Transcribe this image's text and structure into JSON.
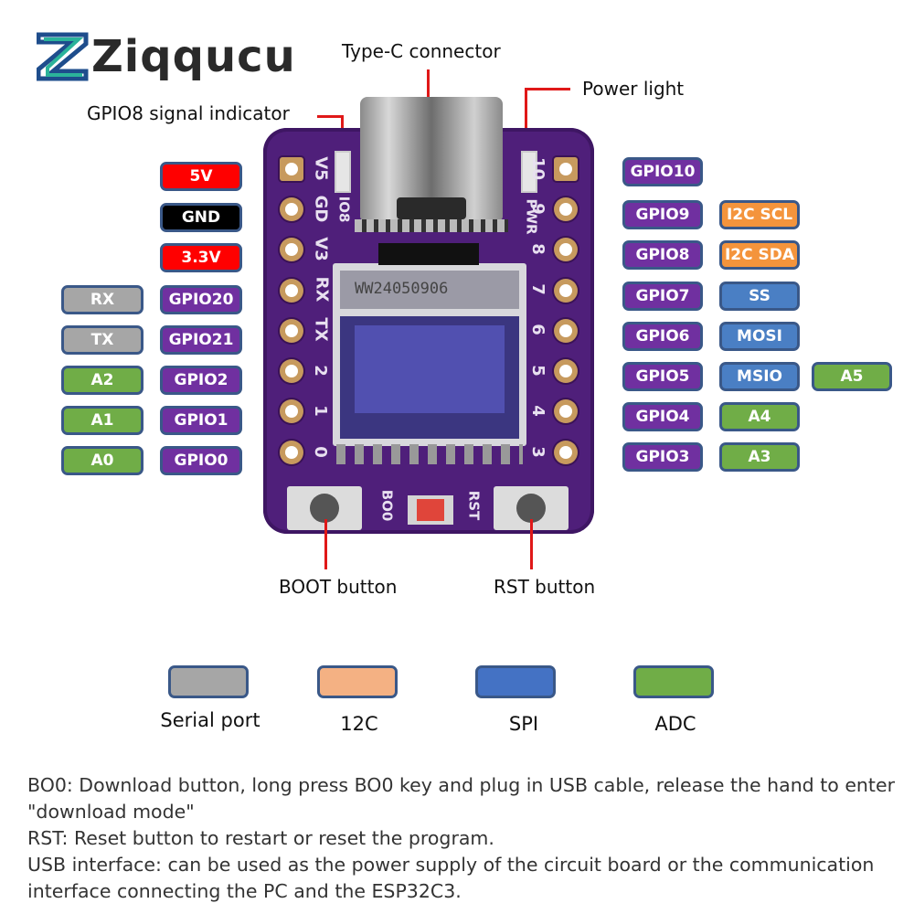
{
  "brand": {
    "name": "Ziqqucu",
    "logo_icon": "z-logo-icon",
    "colors": {
      "teal": "#2bb39a",
      "navy": "#1e4d8c",
      "text": "#2a2a2a"
    }
  },
  "callouts": {
    "type_c": "Type-C connector",
    "gpio8_indicator": "GPIO8 signal indicator",
    "power_light": "Power light",
    "boot_button": "BOOT button",
    "rst_button": "RST button"
  },
  "board": {
    "silkscreen_left": [
      "V5",
      "GD",
      "V3",
      "RX",
      "TX",
      "2",
      "1",
      "0"
    ],
    "silkscreen_right": [
      "10",
      "9",
      "8",
      "7",
      "6",
      "5",
      "4",
      "3"
    ],
    "led_labels": {
      "left": "IO8",
      "right": "PWR"
    },
    "button_labels": {
      "boot": "BO0",
      "rst": "RST"
    },
    "display_marking": "WW24050906",
    "colors": {
      "pcb": "#4f1f7a",
      "display": "#4b45a0",
      "pad": "#c79a5e"
    }
  },
  "pins_left": [
    {
      "gpio": "5V",
      "gpio_color": "#ff0000",
      "func": null
    },
    {
      "gpio": "GND",
      "gpio_color": "#000000",
      "func": null
    },
    {
      "gpio": "3.3V",
      "gpio_color": "#ff0000",
      "func": null
    },
    {
      "gpio": "GPIO20",
      "gpio_color": "#7030a0",
      "func": "RX",
      "func_color": "#a6a6a6"
    },
    {
      "gpio": "GPIO21",
      "gpio_color": "#7030a0",
      "func": "TX",
      "func_color": "#a6a6a6"
    },
    {
      "gpio": "GPIO2",
      "gpio_color": "#7030a0",
      "func": "A2",
      "func_color": "#70ad47"
    },
    {
      "gpio": "GPIO1",
      "gpio_color": "#7030a0",
      "func": "A1",
      "func_color": "#70ad47"
    },
    {
      "gpio": "GPIO0",
      "gpio_color": "#7030a0",
      "func": "A0",
      "func_color": "#70ad47"
    }
  ],
  "pins_right": [
    {
      "gpio": "GPIO10",
      "gpio_color": "#7030a0",
      "funcs": []
    },
    {
      "gpio": "GPIO9",
      "gpio_color": "#7030a0",
      "funcs": [
        {
          "label": "I2C SCL",
          "color": "#f4943c"
        }
      ]
    },
    {
      "gpio": "GPIO8",
      "gpio_color": "#7030a0",
      "funcs": [
        {
          "label": "I2C SDA",
          "color": "#f4943c"
        }
      ]
    },
    {
      "gpio": "GPIO7",
      "gpio_color": "#7030a0",
      "funcs": [
        {
          "label": "SS",
          "color": "#4a7fc4"
        }
      ]
    },
    {
      "gpio": "GPIO6",
      "gpio_color": "#7030a0",
      "funcs": [
        {
          "label": "MOSI",
          "color": "#4a7fc4"
        }
      ]
    },
    {
      "gpio": "GPIO5",
      "gpio_color": "#7030a0",
      "funcs": [
        {
          "label": "MSIO",
          "color": "#4a7fc4"
        },
        {
          "label": "A5",
          "color": "#70ad47"
        }
      ]
    },
    {
      "gpio": "GPIO4",
      "gpio_color": "#7030a0",
      "funcs": [
        {
          "label": "A4",
          "color": "#70ad47"
        }
      ]
    },
    {
      "gpio": "GPIO3",
      "gpio_color": "#7030a0",
      "funcs": [
        {
          "label": "A3",
          "color": "#70ad47"
        }
      ]
    }
  ],
  "legend": [
    {
      "label": "Serial port",
      "color": "#a6a6a6"
    },
    {
      "label": "12C",
      "color": "#f4b183"
    },
    {
      "label": "SPI",
      "color": "#4472c4"
    },
    {
      "label": "ADC",
      "color": "#70ad47"
    }
  ],
  "notes": [
    "BO0: Download button, long press BO0 key and plug in USB cable, release the hand to enter \"download mode\"",
    "RST: Reset button to restart or reset the program.",
    "USB interface: can be used as the power supply of the circuit board or the communication interface connecting the PC and the ESP32C3."
  ]
}
